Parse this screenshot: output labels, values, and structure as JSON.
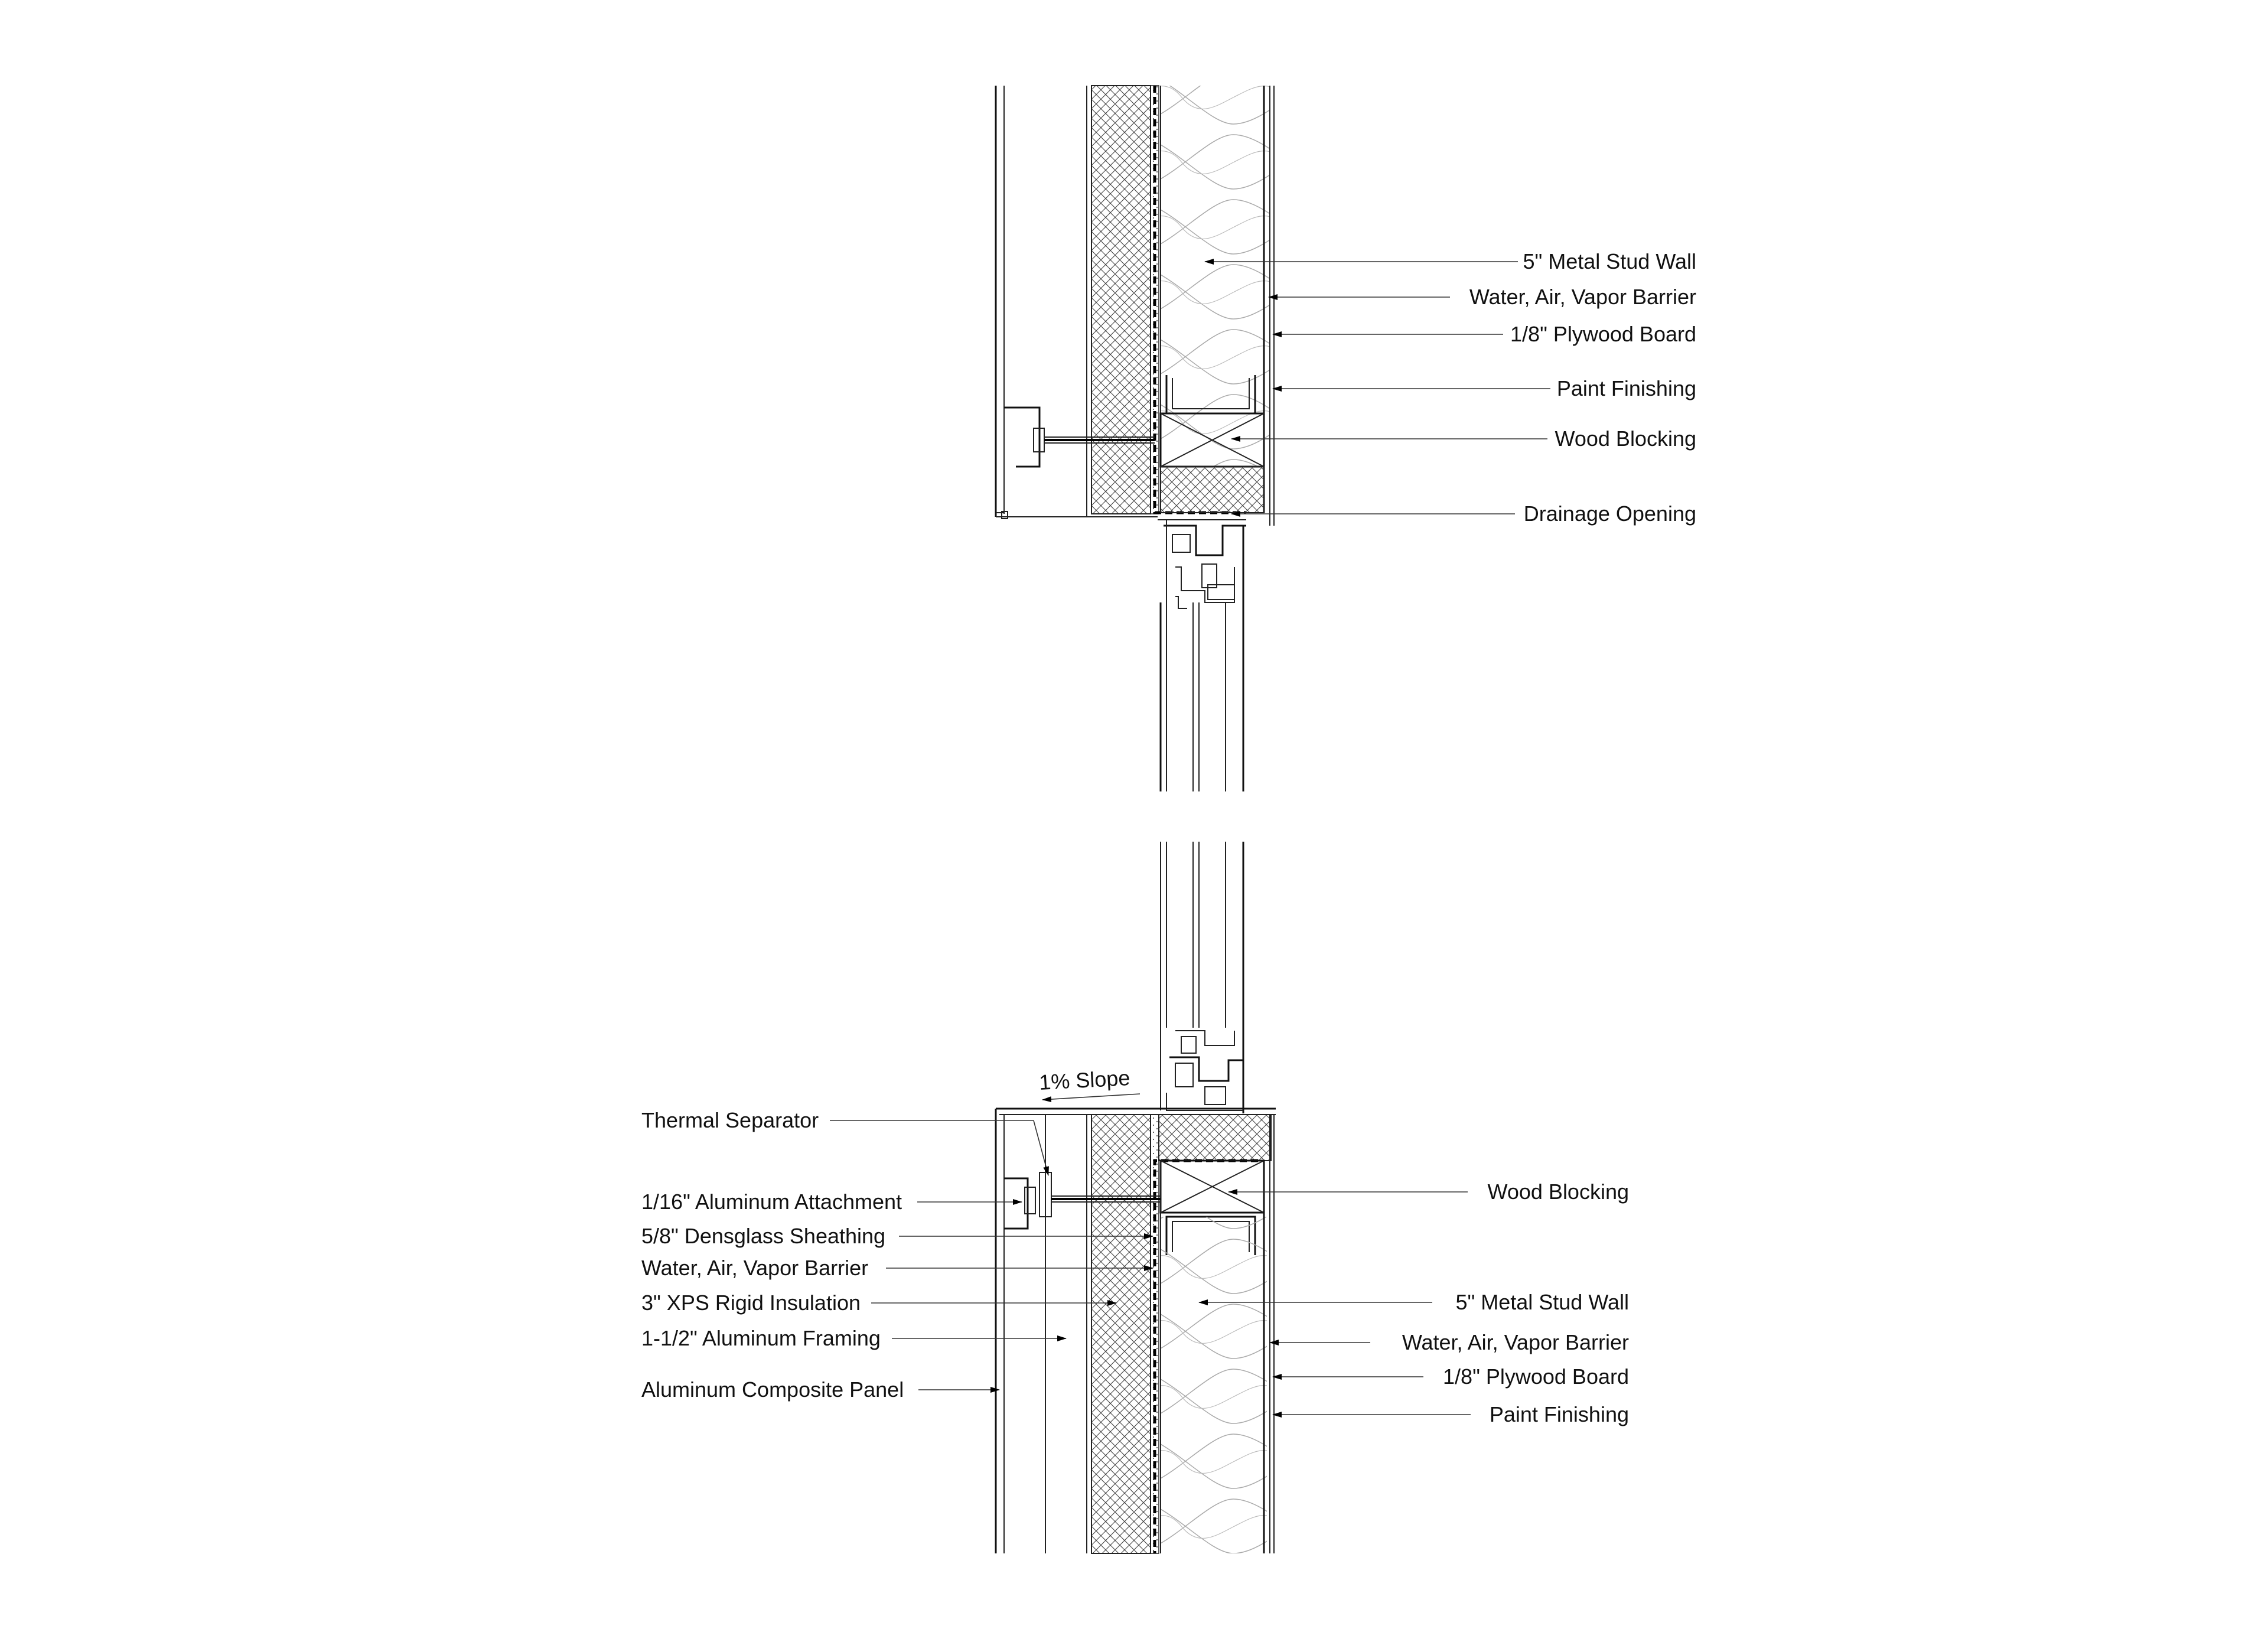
{
  "top_section": {
    "labels": [
      {
        "id": "metal-stud-wall",
        "text": "5\" Metal Stud Wall"
      },
      {
        "id": "vapor-barrier",
        "text": "Water, Air, Vapor Barrier"
      },
      {
        "id": "plywood-board",
        "text": "1/8\" Plywood Board"
      },
      {
        "id": "paint-finishing",
        "text": "Paint Finishing"
      },
      {
        "id": "wood-blocking",
        "text": "Wood Blocking"
      },
      {
        "id": "drainage-opening",
        "text": "Drainage Opening"
      }
    ]
  },
  "bottom_section": {
    "slope_note": "1% Slope",
    "left_labels": [
      {
        "id": "thermal-separator",
        "text": "Thermal Separator"
      },
      {
        "id": "aluminum-attachment",
        "text": "1/16\" Aluminum Attachment"
      },
      {
        "id": "densglass-sheathing",
        "text": "5/8\" Densglass Sheathing"
      },
      {
        "id": "vapor-barrier-left",
        "text": "Water, Air, Vapor Barrier"
      },
      {
        "id": "xps-insulation",
        "text": "3\" XPS Rigid Insulation"
      },
      {
        "id": "aluminum-framing",
        "text": "1-1/2\" Aluminum Framing"
      },
      {
        "id": "composite-panel",
        "text": "Aluminum Composite Panel"
      }
    ],
    "right_labels": [
      {
        "id": "wood-blocking",
        "text": "Wood Blocking"
      },
      {
        "id": "metal-stud-wall",
        "text": "5\" Metal Stud Wall"
      },
      {
        "id": "vapor-barrier",
        "text": "Water, Air, Vapor Barrier"
      },
      {
        "id": "plywood-board",
        "text": "1/8\" Plywood Board"
      },
      {
        "id": "paint-finishing",
        "text": "Paint Finishing"
      }
    ]
  },
  "colors": {
    "line": "#000000",
    "background": "#ffffff"
  }
}
